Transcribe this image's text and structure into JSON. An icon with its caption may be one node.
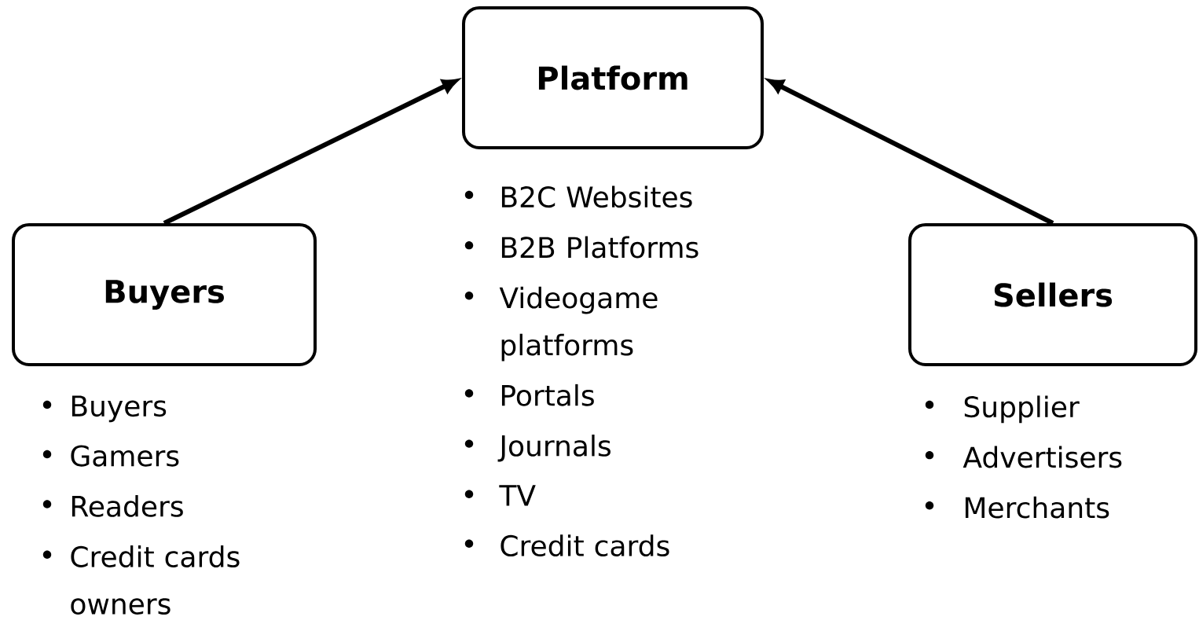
{
  "diagram": {
    "nodes": [
      {
        "text": [
          "Platform"
        ],
        "beside": [
          "B2C Websites",
          "B2B Platforms",
          "Videogame platforms",
          "Portals",
          "Journals",
          "TV",
          "Credit cards"
        ]
      },
      {
        "text": [
          "Buyers"
        ],
        "beside": [
          "Buyers",
          "Gamers",
          "Readers",
          "Credit cards owners"
        ]
      },
      {
        "text": [
          "Sellers"
        ],
        "beside": [
          "Supplier",
          "Advertisers",
          "Merchants"
        ]
      }
    ],
    "edges": [
      {
        "from": 1,
        "to": 0,
        "arrow": "to"
      },
      {
        "from": 2,
        "to": 0,
        "arrow": "to"
      }
    ]
  }
}
